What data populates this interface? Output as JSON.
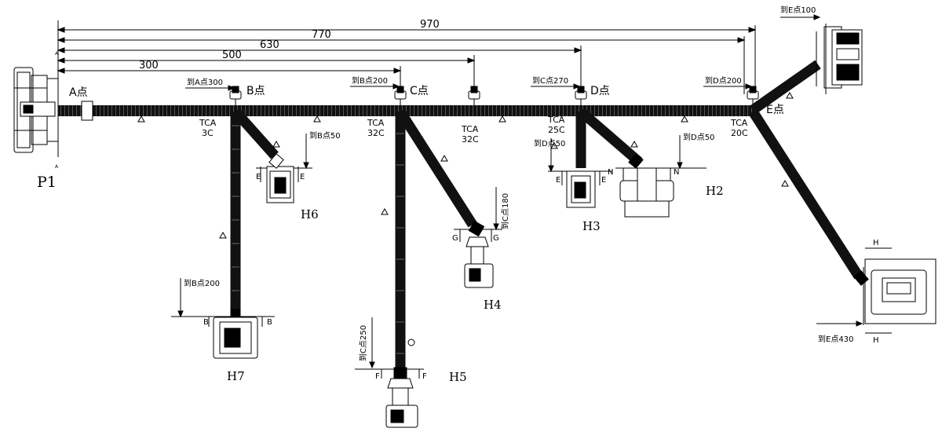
{
  "dimensions": {
    "d970": "970",
    "d770": "770",
    "d630": "630",
    "d500": "500",
    "d300": "300"
  },
  "points": {
    "A": "A点",
    "B": "B点",
    "C": "C点",
    "D": "D点",
    "E": "E点"
  },
  "trunk_notes": {
    "toA300": "到A点300",
    "toB200": "到B点200",
    "toC270": "到C点270",
    "toD200": "到D点200",
    "toE100": "到E点100"
  },
  "branch_notes": {
    "h6": "到B点50",
    "h7": "到B点200",
    "h3": "到D点50",
    "h2": "到D点50",
    "h4": "到C点180",
    "h5": "到C点250",
    "h8": "到E点430"
  },
  "tca": {
    "b_line1": "TCA",
    "b_line2": "3C",
    "c_line1": "TCA",
    "c_line2": "32C",
    "mid_line1": "TCA",
    "mid_line2": "32C",
    "d_line1": "TCA",
    "d_line2": "25C",
    "e_line1": "TCA",
    "e_line2": "20C"
  },
  "connectors": {
    "p1": "P1",
    "h2": "H2",
    "h3": "H3",
    "h4": "H4",
    "h5": "H5",
    "h6": "H6",
    "h7": "H7"
  },
  "section_letters": {
    "a": "A",
    "b": "B",
    "e": "E",
    "g": "G",
    "n": "N",
    "h": "H",
    "f": "F"
  }
}
